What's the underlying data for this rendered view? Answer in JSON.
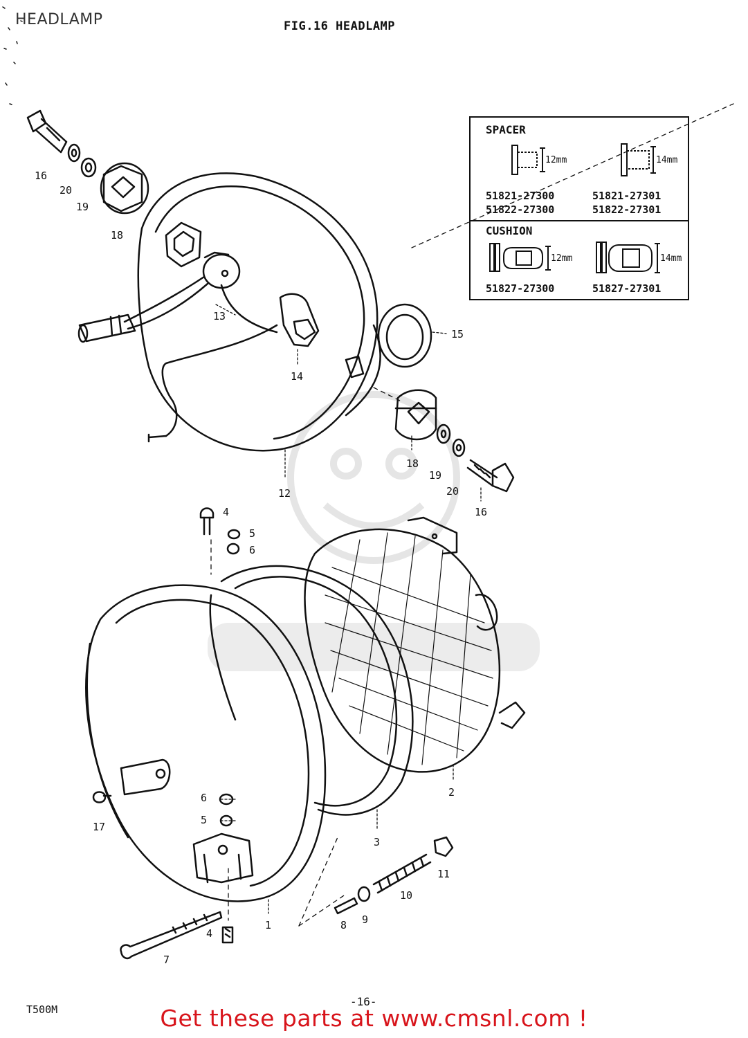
{
  "header_text": "HEADLAMP",
  "figure_title": "FIG.16  HEADLAMP",
  "model": "T500M",
  "page_number": "-16-",
  "footer_link": "Get these parts at www.cmsnl.com !",
  "colors": {
    "footer": "#d8141b",
    "line": "#111111",
    "watermark": "#e7e7e7"
  },
  "inset": {
    "spacer_label": "SPACER",
    "cushion_label": "CUSHION",
    "spacer": [
      {
        "dimension": "12mm",
        "part_numbers": [
          "51821-27300",
          "51822-27300"
        ]
      },
      {
        "dimension": "14mm",
        "part_numbers": [
          "51821-27301",
          "51822-27301"
        ]
      }
    ],
    "cushion": [
      {
        "dimension": "12mm",
        "part_number": "51827-27300"
      },
      {
        "dimension": "14mm",
        "part_number": "51827-27301"
      }
    ]
  },
  "callouts": {
    "c16a": "16",
    "c20a": "20",
    "c19a": "19",
    "c18a": "18",
    "c13": "13",
    "c14": "14",
    "c15": "15",
    "c12": "12",
    "c18b": "18",
    "c19b": "19",
    "c20b": "20",
    "c16b": "16",
    "c4a": "4",
    "c5a": "5",
    "c6a": "6",
    "c6b": "6",
    "c5b": "5",
    "c17": "17",
    "c2": "2",
    "c3": "3",
    "c11": "11",
    "c10": "10",
    "c9": "9",
    "c8": "8",
    "c1": "1",
    "c4b": "4",
    "c7": "7"
  }
}
